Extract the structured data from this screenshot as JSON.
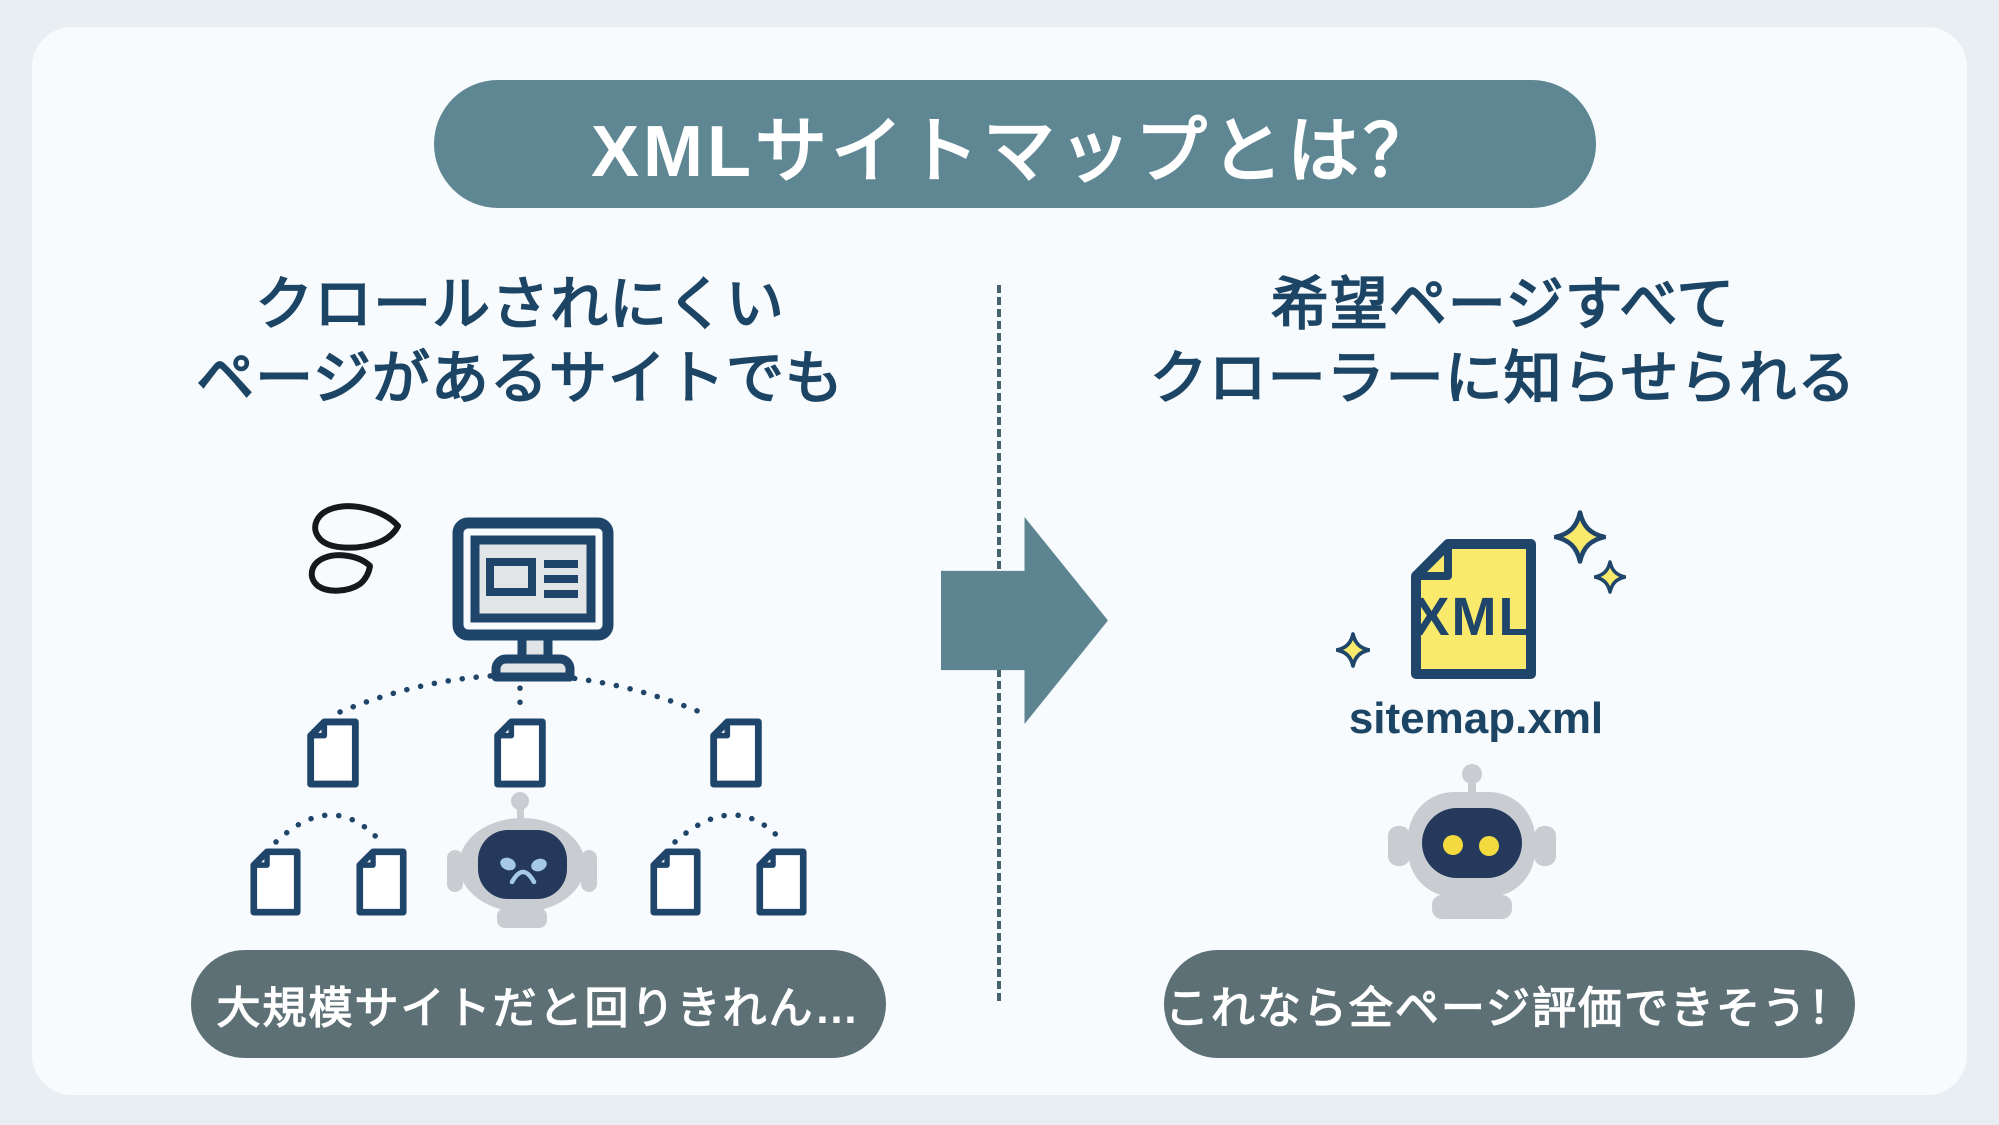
{
  "title": "XMLサイトマップとは？",
  "left": {
    "heading": [
      "クロールされにくい",
      "ページがあるサイトでも"
    ],
    "caption": "大規模サイトだと回りきれん…"
  },
  "right": {
    "heading": [
      "希望ページすべて",
      "クローラーに知らせられる"
    ],
    "file_type": "XML",
    "file_name": "sitemap.xml",
    "caption": "これなら全ページ評価できそう！"
  },
  "icons": [
    "monitor-icon",
    "sweat-drops-icon",
    "page-icon",
    "sad-robot-icon",
    "happy-robot-icon",
    "xml-file-icon",
    "sparkle-icon",
    "arrow-right-icon"
  ],
  "colors": {
    "accent_teal": "#5E8793",
    "arrow_teal": "#5D8591",
    "slate_pill": "#5D7076",
    "navy_text": "#1C4565",
    "icon_navy": "#20456A",
    "file_yellow": "#F9EA6C",
    "eye_yellow": "#F3DA3E",
    "eye_blue": "#A6C9E5",
    "robot_gray": "#C9CDD1",
    "card_bg": "#F8FBFD",
    "page_bg": "#E8EEF1"
  }
}
